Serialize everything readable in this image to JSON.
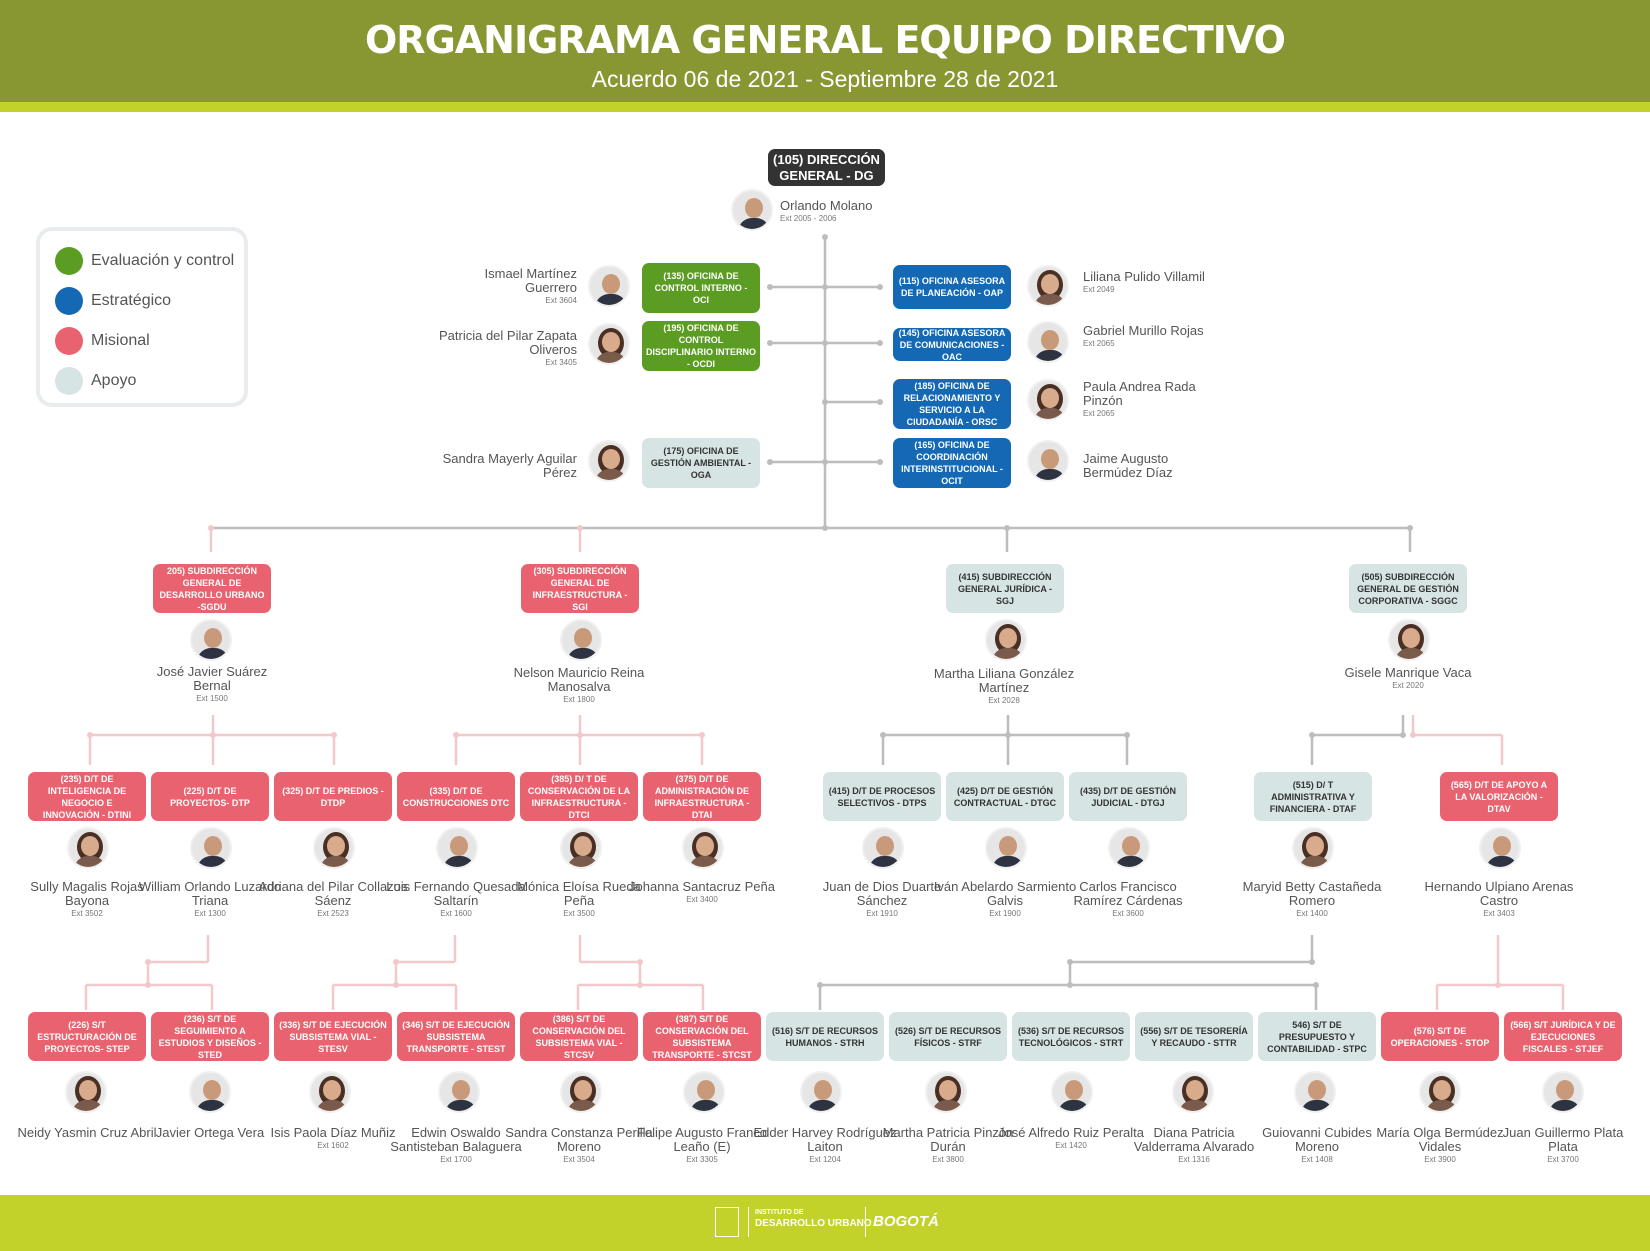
{
  "header": {
    "title": "ORGANIGRAMA GENERAL EQUIPO DIRECTIVO",
    "subtitle": "Acuerdo 06 de 2021 - Septiembre 28 de 2021"
  },
  "legend": [
    {
      "label": "Evaluación y control",
      "color": "#5b9c22"
    },
    {
      "label": "Estratégico",
      "color": "#1468b4"
    },
    {
      "label": "Misional",
      "color": "#e8636f"
    },
    {
      "label": "Apoyo",
      "color": "#d7e4e4"
    }
  ],
  "dg": {
    "unit": "(105) DIRECCIÓN GENERAL - DG",
    "name": "Orlando Molano",
    "ext": "Ext 2005 - 2006"
  },
  "offices_left": [
    {
      "unit": "(135) OFICINA DE CONTROL INTERNO - OCI",
      "name": "Ismael Martínez Guerrero",
      "ext": "Ext 3604"
    },
    {
      "unit": "(195) OFICINA DE CONTROL DISCIPLINARIO INTERNO - OCDI",
      "name": "Patricia del Pilar Zapata Oliveros",
      "ext": "Ext 3405"
    },
    {
      "unit": "(175) OFICINA DE GESTIÓN AMBIENTAL - OGA",
      "name": "Sandra Mayerly Aguilar Pérez",
      "ext": ""
    }
  ],
  "offices_right": [
    {
      "unit": "(115) OFICINA ASESORA DE PLANEACIÓN - OAP",
      "name": "Liliana Pulido Villamil",
      "ext": "Ext 2049"
    },
    {
      "unit": "(145) OFICINA ASESORA DE COMUNICACIONES - OAC",
      "name": "Gabriel Murillo Rojas",
      "ext": "Ext 2065"
    },
    {
      "unit": "(185) OFICINA DE RELACIONAMIENTO Y SERVICIO A LA CIUDADANÍA - ORSC",
      "name": "Paula Andrea Rada Pinzón",
      "ext": "Ext 2065"
    },
    {
      "unit": "(165) OFICINA DE COORDINACIÓN INTERINSTITUCIONAL - OCIT",
      "name": "Jaime Augusto Bermúdez Díaz",
      "ext": ""
    }
  ],
  "subdirecciones": [
    {
      "unit": "205) SUBDIRECCIÓN GENERAL DE DESARROLLO URBANO -SGDU",
      "name": "José Javier Suárez Bernal",
      "ext": "Ext 1500"
    },
    {
      "unit": "(305) SUBDIRECCIÓN GENERAL DE INFRAESTRUCTURA - SGI",
      "name": "Nelson Mauricio Reina Manosalva",
      "ext": "Ext 1800"
    },
    {
      "unit": "(415) SUBDIRECCIÓN GENERAL JURÍDICA - SGJ",
      "name": "Martha Liliana González Martínez",
      "ext": "Ext 2028"
    },
    {
      "unit": "(505) SUBDIRECCIÓN GENERAL DE GESTIÓN CORPORATIVA - SGGC",
      "name": "Gisele Manrique Vaca",
      "ext": "Ext 2020"
    }
  ],
  "direcciones": [
    {
      "unit": "(235) D/T DE INTELIGENCIA DE NEGOCIO E INNOVACIÓN - DTINI",
      "name": "Sully Magalis Rojas Bayona",
      "ext": "Ext 3502"
    },
    {
      "unit": "(225) D/T DE PROYECTOS- DTP",
      "name": "William Orlando Luzardo Triana",
      "ext": "Ext 1300"
    },
    {
      "unit": "(325) D/T DE PREDIOS - DTDP",
      "name": "Adriana del Pilar Collazos Sáenz",
      "ext": "Ext 2523"
    },
    {
      "unit": "(335) D/T DE CONSTRUCCIONES DTC",
      "name": "Luis Fernando Quesada Saltarín",
      "ext": "Ext 1600"
    },
    {
      "unit": "(385) D/ T DE CONSERVACIÓN DE LA INFRAESTRUCTURA -DTCI",
      "name": "Mónica Eloísa Rueda Peña",
      "ext": "Ext 3500"
    },
    {
      "unit": "(375) D/T DE ADMINISTRACIÓN DE INFRAESTRUCTURA - DTAI",
      "name": "Johanna Santacruz Peña",
      "ext": "Ext 3400"
    },
    {
      "unit": "(415) D/T DE PROCESOS SELECTIVOS - DTPS",
      "name": "Juan de Dios Duarte Sánchez",
      "ext": "Ext 1910"
    },
    {
      "unit": "(425) D/T DE GESTIÓN CONTRACTUAL - DTGC",
      "name": "Iván Abelardo Sarmiento Galvis",
      "ext": "Ext 1900"
    },
    {
      "unit": "(435) D/T DE GESTIÓN JUDICIAL - DTGJ",
      "name": "Carlos Francisco Ramírez Cárdenas",
      "ext": "Ext 3600"
    },
    {
      "unit": "(515) D/ T ADMINISTRATIVA Y FINANCIERA - DTAF",
      "name": "Maryid Betty Castañeda Romero",
      "ext": "Ext 1400"
    },
    {
      "unit": "(565) D/T DE APOYO A LA VALORIZACIÓN - DTAV",
      "name": "Hernando Ulpiano Arenas Castro",
      "ext": "Ext 3403"
    }
  ],
  "subtecnicas": [
    {
      "unit": "(226) S/T ESTRUCTURACIÓN DE PROYECTOS- STEP",
      "name": "Neidy Yasmin Cruz Abril",
      "ext": ""
    },
    {
      "unit": "(236) S/T DE SEGUIMIENTO A ESTUDIOS Y DISEÑOS - STED",
      "name": "Javier Ortega Vera",
      "ext": ""
    },
    {
      "unit": "(336) S/T DE EJECUCIÓN SUBSISTEMA VIAL - STESV",
      "name": "Isis Paola Díaz Muñiz",
      "ext": "Ext 1602"
    },
    {
      "unit": "(346) S/T DE EJECUCIÓN SUBSISTEMA TRANSPORTE - STEST",
      "name": "Edwin Oswaldo Santisteban Balaguera",
      "ext": "Ext 1700"
    },
    {
      "unit": "(386) S/T DE CONSERVACIÓN DEL SUBSISTEMA VIAL -STCSV",
      "name": "Sandra Constanza Perilla Moreno",
      "ext": "Ext 3504"
    },
    {
      "unit": "(387) S/T DE CONSERVACIÓN DEL SUBSISTEMA TRANSPORTE - STCST",
      "name": "Felipe Augusto Franco Leaño (E)",
      "ext": "Ext 3305"
    },
    {
      "unit": "(516) S/T DE RECURSOS HUMANOS - STRH",
      "name": "Edder Harvey Rodríguez Laiton",
      "ext": "Ext 1204"
    },
    {
      "unit": "(526) S/T DE RECURSOS FÍSICOS - STRF",
      "name": "Martha Patricia Pinzón Durán",
      "ext": "Ext 3800"
    },
    {
      "unit": "(536) S/T DE RECURSOS TECNOLÓGICOS - STRT",
      "name": "José Alfredo Ruiz Peralta",
      "ext": "Ext 1420"
    },
    {
      "unit": "(556) S/T DE TESORERÍA Y RECAUDO - STTR",
      "name": "Diana Patricia Valderrama Alvarado",
      "ext": "Ext 1316"
    },
    {
      "unit": "546) S/T DE PRESUPUESTO Y CONTABILIDAD - STPC",
      "name": "Guiovanni Cubides Moreno",
      "ext": "Ext 1408"
    },
    {
      "unit": "(576) S/T DE OPERACIONES - STOP",
      "name": "María Olga Bermúdez Vidales",
      "ext": "Ext 3900"
    },
    {
      "unit": "(566) S/T JURÍDICA Y DE EJECUCIONES FISCALES - STJEF",
      "name": "Juan Guillermo Plata Plata",
      "ext": "Ext 3700"
    }
  ],
  "footer": {
    "logo_text_1": "INSTITUTO DE",
    "logo_text_2": "DESARROLLO URBANO",
    "logo_text_3": "BOGOTÁ"
  }
}
